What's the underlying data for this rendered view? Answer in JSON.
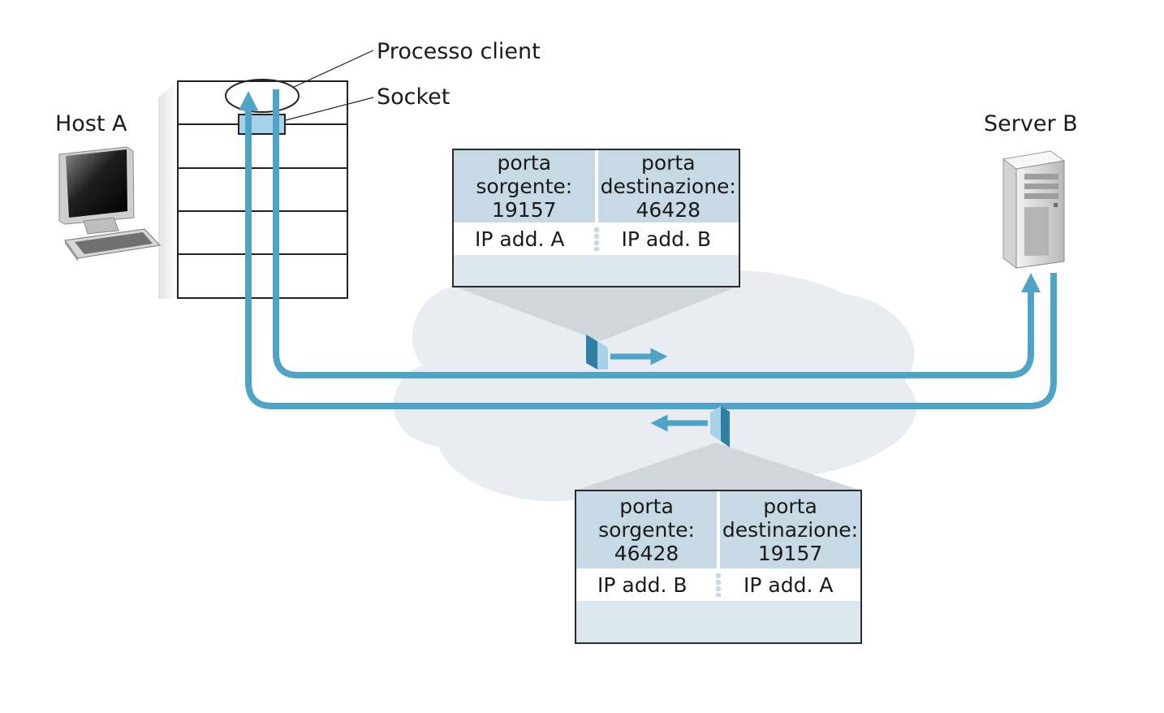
{
  "labels": {
    "host_a": "Host A",
    "server_b": "Server B",
    "client_process": "Processo client",
    "socket": "Socket"
  },
  "segment_top": {
    "source_port_title": "porta",
    "source_port_label": "sorgente:",
    "source_port": "19157",
    "dest_port_title": "porta",
    "dest_port_label": "destinazione:",
    "dest_port": "46428",
    "source_ip": "IP add. A",
    "dest_ip": "IP add. B"
  },
  "segment_bottom": {
    "source_port_title": "porta",
    "source_port_label": "sorgente:",
    "source_port": "46428",
    "dest_port_title": "porta",
    "dest_port_label": "destinazione:",
    "dest_port": "19157",
    "source_ip": "IP add. B",
    "dest_ip": "IP add. A"
  },
  "colors": {
    "arrow": "#4fa3c6",
    "cloud": "#e9edf1",
    "segment_header": "#c6d9e4",
    "segment_body": "#dce7ee",
    "socket": "#a7d1e6"
  },
  "icons": [
    "computer-icon",
    "server-tower-icon",
    "packet-icon"
  ]
}
